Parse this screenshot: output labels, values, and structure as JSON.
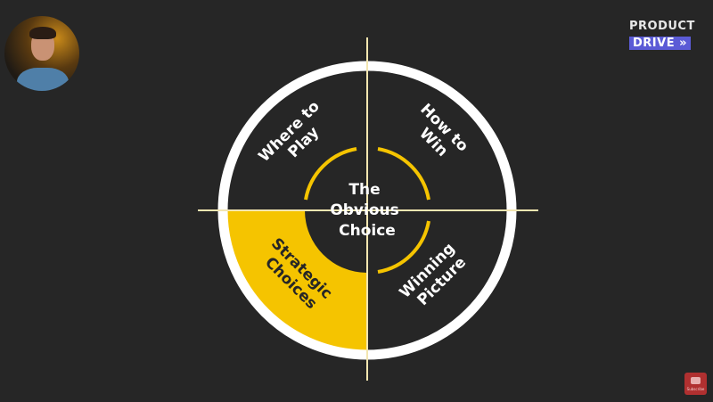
{
  "brand": {
    "line1": "PRODUCT",
    "line2": "DRIVE »"
  },
  "diagram": {
    "center": [
      "The",
      "Obvious",
      "Choice"
    ],
    "quadrants": {
      "top_left": [
        "Where to",
        "Play"
      ],
      "top_right": [
        "How to",
        "Win"
      ],
      "bottom_left": [
        "Strategic",
        "Choices"
      ],
      "bottom_right": [
        "Winning",
        "Picture"
      ]
    },
    "highlighted_quadrant": "bottom_left"
  },
  "subscribe": {
    "label": "Subscribe"
  },
  "colors": {
    "background": "#262626",
    "accent": "#f5c400",
    "ring": "#ffffff",
    "brand": "#5b5bd6",
    "line": "#f3e6b0"
  }
}
